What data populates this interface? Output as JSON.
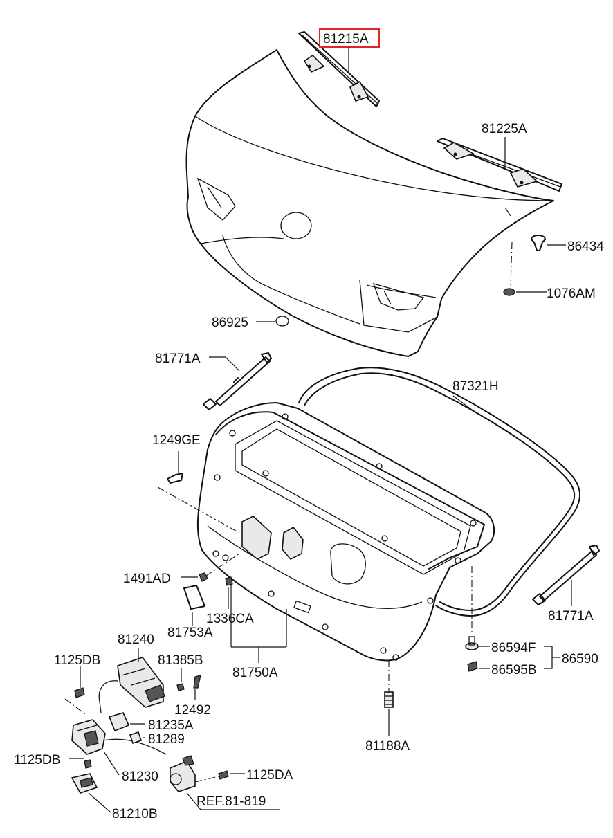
{
  "diagram": {
    "labels": {
      "p81215A": "81215A",
      "p81225A": "81225A",
      "p86434": "86434",
      "p1076AM": "1076AM",
      "p86925": "86925",
      "p81771A_top": "81771A",
      "p87321H": "87321H",
      "p1249GE": "1249GE",
      "p1491AD": "1491AD",
      "p81753A": "81753A",
      "p1336CA": "1336CA",
      "p81771A_right": "81771A",
      "p81240": "81240",
      "p1125DB_top": "1125DB",
      "p81385B": "81385B",
      "p12492": "12492",
      "p81235A": "81235A",
      "p81289": "81289",
      "p81750A": "81750A",
      "p86594F": "86594F",
      "p86590": "86590",
      "p86595B": "86595B",
      "p81188A": "81188A",
      "p1125DB_bottom": "1125DB",
      "p81230": "81230",
      "p1125DA": "1125DA",
      "p81210B": "81210B",
      "ref": "REF.81-819"
    },
    "highlight_color": "#e0242a"
  }
}
